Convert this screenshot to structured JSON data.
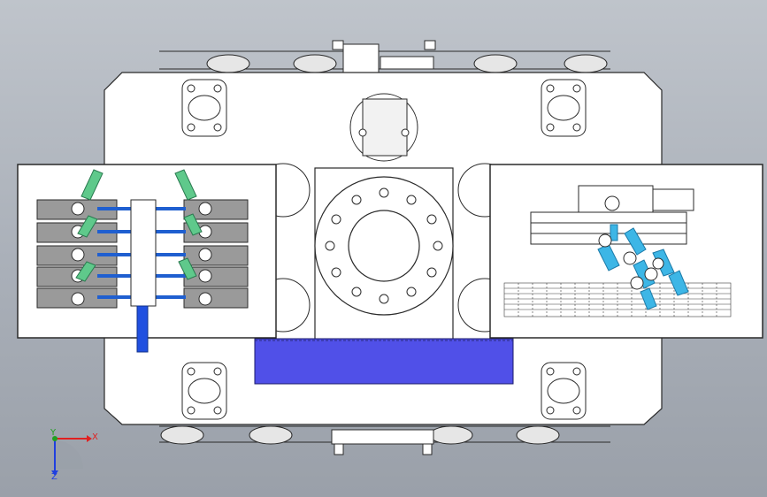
{
  "window": {
    "background_top": "#bfc4cb",
    "background_bottom": "#9aa0a9"
  },
  "model": {
    "body_fill": "#ffffff",
    "edge_color": "#2a2a2a",
    "accent_blue": "#1f5fd0",
    "cyan": "#3db6e6",
    "green": "#5fc98b",
    "panel_fill": "#5050e8",
    "gray_block": "#9a9a9a"
  },
  "triad": {
    "x_label": "X",
    "y_label": "Y",
    "z_label": "Z",
    "x_color": "#e02020",
    "y_color": "#20a020",
    "z_color": "#2040e0"
  }
}
